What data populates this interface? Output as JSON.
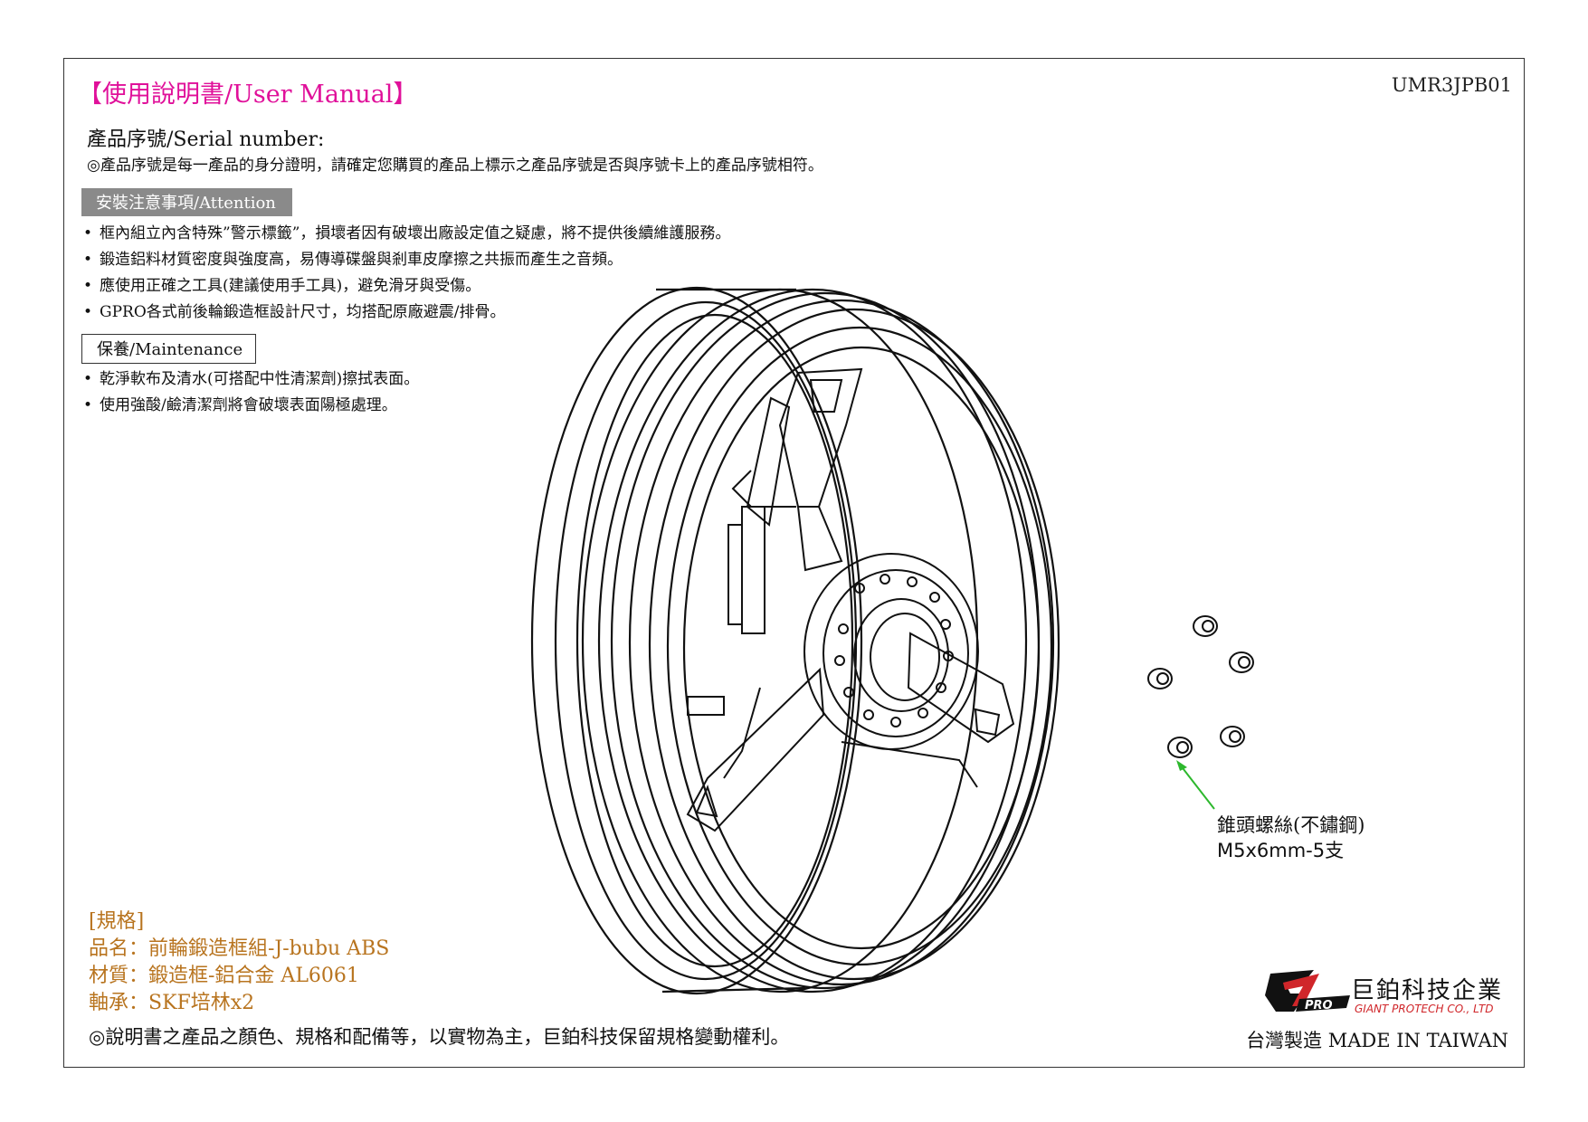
{
  "header": {
    "title": "【使用說明書/User Manual】",
    "doc_code": "UMR3JPB01"
  },
  "serial": {
    "label": "產品序號/Serial number:",
    "note": "◎產品序號是每一產品的身分證明，請確定您購買的產品上標示之產品序號是否與序號卡上的產品序號相符。"
  },
  "attention": {
    "heading": "安裝注意事項/Attention",
    "items": [
      "框內組立內含特殊”警示標籤”，損壞者因有破壞出廠設定值之疑慮，將不提供後續維護服務。",
      "鍛造鋁料材質密度與強度高，易傳導碟盤與剎車皮摩擦之共振而產生之音頻。",
      "應使用正確之工具(建議使用手工具)，避免滑牙與受傷。",
      "GPRO各式前後輪鍛造框設計尺寸，均搭配原廠避震/排骨。"
    ]
  },
  "maintenance": {
    "heading": "保養/Maintenance",
    "items": [
      "乾淨軟布及清水(可搭配中性清潔劑)擦拭表面。",
      "使用強酸/鹼清潔劑將會破壞表面陽極處理。"
    ]
  },
  "spec": {
    "heading": "[規格]",
    "product": "品名：前輪鍛造框組-J-bubu ABS",
    "material": "材質：鍛造框-鋁合金 AL6061",
    "bearing": "軸承：SKF培林x2"
  },
  "callout": {
    "line1": "錐頭螺絲(不鏽鋼)",
    "line2": "M5x6mm-5支"
  },
  "disclaimer": "◎說明書之產品之顏色、規格和配備等，以實物為主，巨鉑科技保留規格變動權利。",
  "company": {
    "logo_text": "GPRO",
    "name_cn": "巨鉑科技企業",
    "name_en": "GIANT PROTECH CO., LTD",
    "made_in": "台灣製造 MADE IN TAIWAN"
  },
  "colors": {
    "title": "#e0109a",
    "spec": "#b8741f",
    "logo_red": "#d0262a",
    "leader": "#2db82d"
  }
}
